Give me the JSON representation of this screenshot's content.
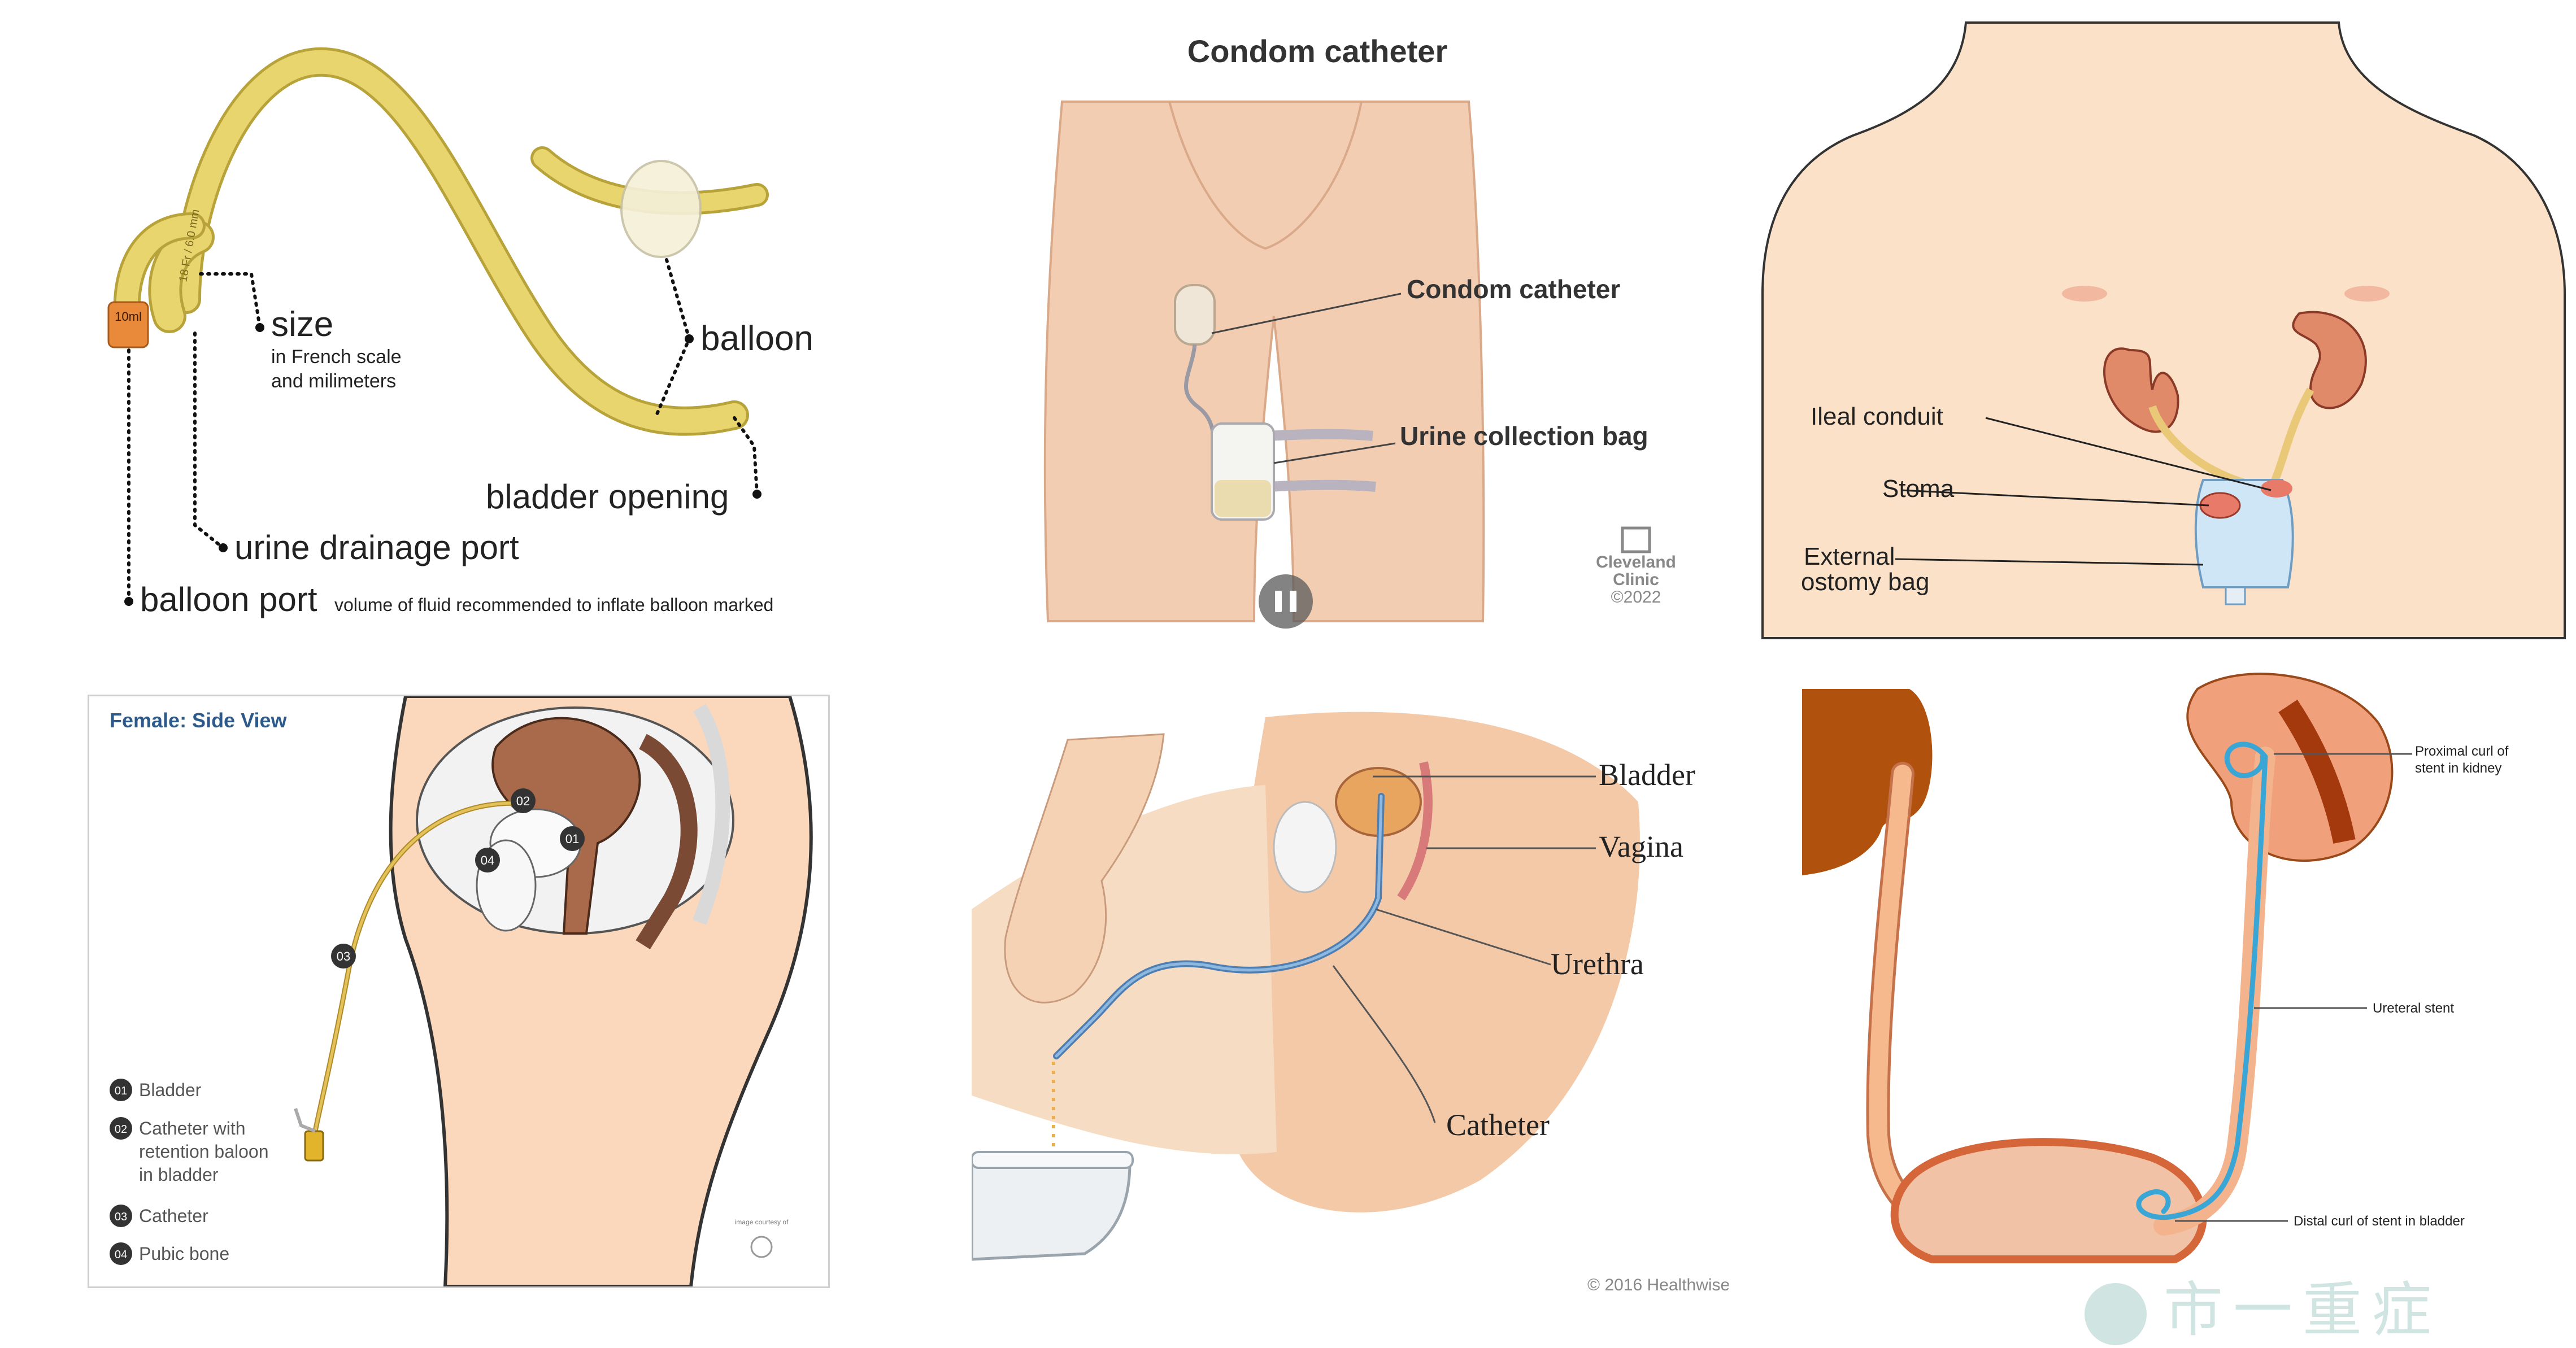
{
  "panel1": {
    "mark_10ml": "10ml",
    "mark_size": "18 Fr / 6.0 mm",
    "size_title": "size",
    "size_sub1": "in French scale",
    "size_sub2": "and milimeters",
    "balloon": "balloon",
    "bladder_opening": "bladder opening",
    "urine_drainage_port": "urine drainage port",
    "balloon_port": "balloon port",
    "balloon_port_note": "volume of fluid recommended to inflate balloon marked"
  },
  "panel2": {
    "title": "Condom catheter",
    "label_condom": "Condom catheter",
    "label_bag": "Urine collection bag",
    "credit_line1": "Cleveland",
    "credit_line2": "Clinic",
    "credit_line3": "©2022"
  },
  "panel3": {
    "ileal_conduit": "Ileal conduit",
    "stoma": "Stoma",
    "external_line1": "External",
    "external_line2": "ostomy bag"
  },
  "panel4": {
    "heading": "Female: Side View",
    "legend": [
      {
        "num": "01",
        "lines": [
          "Bladder"
        ]
      },
      {
        "num": "02",
        "lines": [
          "Catheter with",
          "retention baloon",
          "in bladder"
        ]
      },
      {
        "num": "03",
        "lines": [
          "Catheter"
        ]
      },
      {
        "num": "04",
        "lines": [
          "Pubic bone"
        ]
      }
    ],
    "credit": "image courtesy of"
  },
  "panel5": {
    "bladder": "Bladder",
    "vagina": "Vagina",
    "urethra": "Urethra",
    "catheter": "Catheter",
    "copyright": "© 2016 Healthwise"
  },
  "panel6": {
    "proximal_line1": "Proximal curl of",
    "proximal_line2": "stent in kidney",
    "ureteral_stent": "Ureteral stent",
    "distal": "Distal curl of stent in bladder"
  },
  "watermark": "市一重症",
  "colors": {
    "catheter_yellow": "#e6d36b",
    "skin": "#f3cdb2",
    "kidney": "#e08a6a",
    "stent_blue": "#3aa6d6",
    "heading_blue": "#2d5a8a"
  }
}
